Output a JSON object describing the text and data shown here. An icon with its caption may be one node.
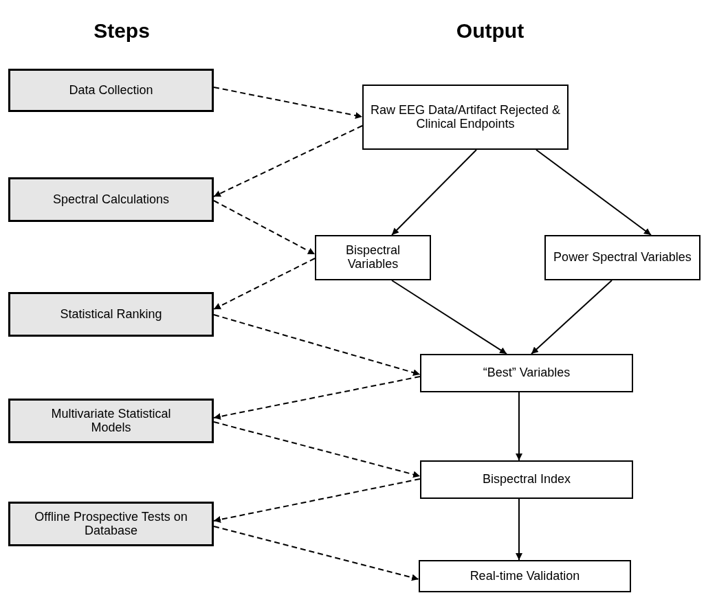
{
  "diagram": {
    "nodes": [
      {
        "text": [
          "Data Collection"
        ]
      },
      {
        "text": [
          "Spectral Calculations"
        ]
      },
      {
        "text": [
          "Statistical Ranking"
        ]
      },
      {
        "text": [
          "Multivariate Statistical Models"
        ]
      },
      {
        "text": [
          "Offline Prospective Tests on Database"
        ]
      },
      {
        "text": [
          "Raw EEG Data/Artifact Rejected & Clinical Endpoints"
        ]
      },
      {
        "text": [
          "Bispectral Variables"
        ]
      },
      {
        "text": [
          "Power Spectral Variables"
        ]
      },
      {
        "text": [
          "“Best” Variables"
        ]
      },
      {
        "text": [
          "Bispectral Index"
        ]
      },
      {
        "text": [
          "Real-time Validation"
        ]
      }
    ],
    "edges": [
      {
        "from": 0,
        "to": 5,
        "arrow": "to",
        "style": "dashed"
      },
      {
        "from": 5,
        "to": 1,
        "arrow": "to",
        "style": "dashed"
      },
      {
        "from": 1,
        "to": 6,
        "arrow": "to",
        "style": "dashed"
      },
      {
        "from": 6,
        "to": 2,
        "arrow": "to",
        "style": "dashed"
      },
      {
        "from": 2,
        "to": 8,
        "arrow": "to",
        "style": "dashed"
      },
      {
        "from": 8,
        "to": 3,
        "arrow": "to",
        "style": "dashed"
      },
      {
        "from": 3,
        "to": 9,
        "arrow": "to",
        "style": "dashed"
      },
      {
        "from": 9,
        "to": 4,
        "arrow": "to",
        "style": "dashed"
      },
      {
        "from": 4,
        "to": 10,
        "arrow": "to",
        "style": "dashed"
      },
      {
        "from": 5,
        "to": 6,
        "arrow": "to"
      },
      {
        "from": 5,
        "to": 7,
        "arrow": "to"
      },
      {
        "from": 6,
        "to": 8,
        "arrow": "to"
      },
      {
        "from": 7,
        "to": 8,
        "arrow": "to"
      },
      {
        "from": 8,
        "to": 9,
        "arrow": "to"
      },
      {
        "from": 9,
        "to": 10,
        "arrow": "to"
      }
    ],
    "labels": [
      "Steps",
      "Output"
    ]
  }
}
